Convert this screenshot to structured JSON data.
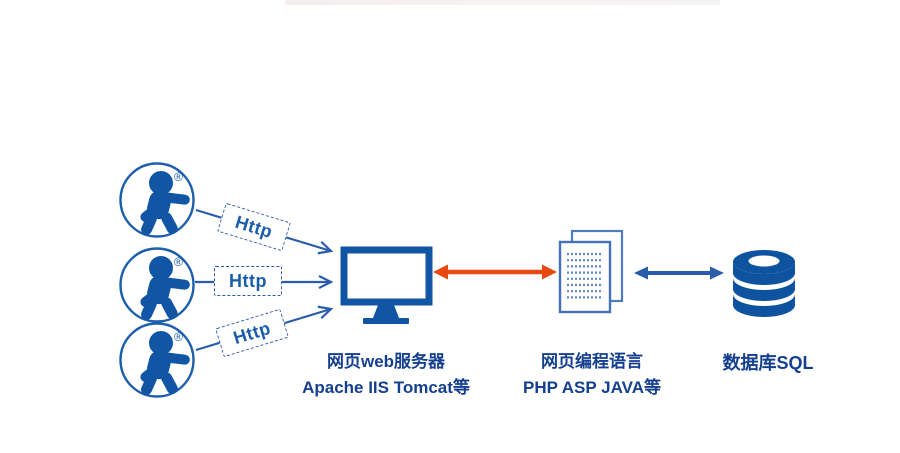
{
  "diagram": {
    "users": {
      "reg_symbol": "®"
    },
    "http_arrows": [
      {
        "label": "Http"
      },
      {
        "label": "Http"
      },
      {
        "label": "Http"
      }
    ],
    "nodes": {
      "web_server": {
        "line1": "网页web服务器",
        "line2": "Apache IIS Tomcat等"
      },
      "languages": {
        "line1": "网页编程语言",
        "line2": "PHP ASP JAVA等"
      },
      "database": {
        "line1": "数据库SQL"
      }
    },
    "colors": {
      "brand_blue": "#1056a5",
      "line_blue": "#2b5cab",
      "text_blue": "#153f8f",
      "orange": "#e8490f"
    }
  }
}
